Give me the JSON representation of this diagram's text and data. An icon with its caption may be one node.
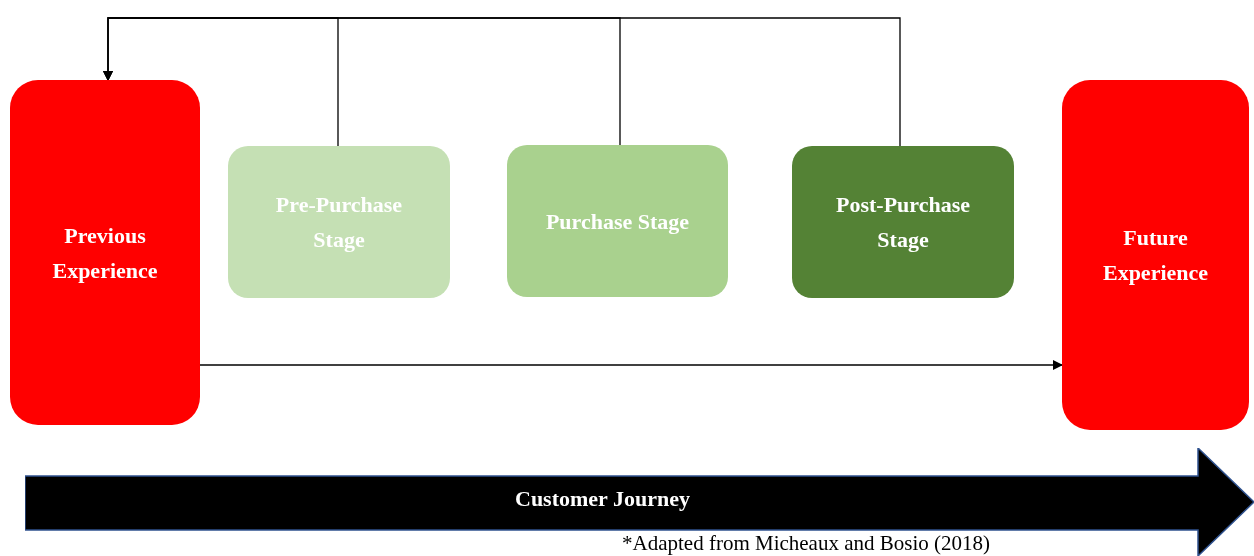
{
  "diagram": {
    "caption": "*Adapted from Micheaux and Bosio (2018)",
    "nodes": [
      {
        "text": [
          "Previous Experience"
        ]
      },
      {
        "text": [
          "Pre-Purchase Stage"
        ]
      },
      {
        "text": [
          "Purchase Stage"
        ]
      },
      {
        "text": [
          "Post-Purchase Stage"
        ]
      },
      {
        "text": [
          "Future Experience"
        ]
      },
      {
        "text": [
          "Customer Journey"
        ]
      }
    ],
    "edges": [
      {
        "from": 1,
        "to": 0,
        "arrow": "to"
      },
      {
        "from": 2,
        "to": 0,
        "arrow": "to"
      },
      {
        "from": 3,
        "to": 0,
        "arrow": "to"
      },
      {
        "from": 0,
        "to": 4,
        "arrow": "to"
      }
    ]
  }
}
